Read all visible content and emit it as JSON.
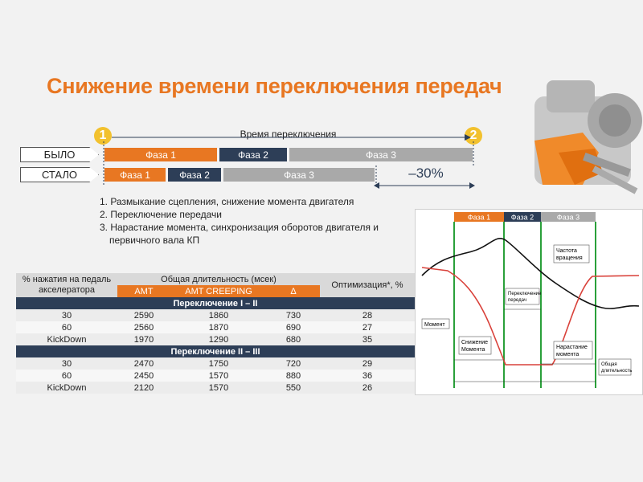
{
  "title": "Снижение времени переключения передач",
  "timeline": {
    "marker_start": "1",
    "marker_end": "2",
    "label": "Время переключения",
    "rows": [
      {
        "label": "БЫЛО",
        "phases": [
          "Фаза 1",
          "Фаза 2",
          "Фаза 3"
        ]
      },
      {
        "label": "СТАЛО",
        "phases": [
          "Фаза 1",
          "Фаза 2",
          "Фаза 3"
        ]
      }
    ],
    "reduction": "–30%"
  },
  "steps": [
    "1. Размыкание сцепления, снижение момента двигателя",
    "2. Переключение передачи",
    "3. Нарастание момента, синхронизация оборотов двигателя и",
    "первичного вала КП"
  ],
  "table": {
    "col_pedal": "% нажатия на педаль акселератора",
    "col_total": "Общая длительность (мсек)",
    "col_opt": "Оптимизация*, %",
    "sub_amt": "AMT",
    "sub_creep": "AMT CREEPING",
    "sub_delta": "Δ",
    "sections": [
      {
        "name": "Переключение I – II",
        "rows": [
          [
            "30",
            "2590",
            "1860",
            "730",
            "28"
          ],
          [
            "60",
            "2560",
            "1870",
            "690",
            "27"
          ],
          [
            "KickDown",
            "1970",
            "1290",
            "680",
            "35"
          ]
        ]
      },
      {
        "name": "Переключение II – III",
        "rows": [
          [
            "30",
            "2470",
            "1750",
            "720",
            "29"
          ],
          [
            "60",
            "2450",
            "1570",
            "880",
            "36"
          ],
          [
            "KickDown",
            "2120",
            "1570",
            "550",
            "26"
          ]
        ]
      }
    ]
  },
  "diagram": {
    "phase1": "Фаза 1",
    "phase2": "Фаза 2",
    "phase3": "Фаза 3",
    "label_speed_1": "Частота",
    "label_speed_2": "вращения",
    "label_shift_1": "Переключение",
    "label_shift_2": "передач",
    "label_moment": "Момент",
    "label_drop_1": "Снижение",
    "label_drop_2": "Момента",
    "label_rise_1": "Нарастание",
    "label_rise_2": "момента",
    "label_total_1": "Общая",
    "label_total_2": "длительность"
  },
  "colors": {
    "accent": "#e87722",
    "navy": "#2d3e57",
    "grey": "#a9a9a9",
    "torque": "#d9413a",
    "phase_line": "#2aa03a"
  }
}
